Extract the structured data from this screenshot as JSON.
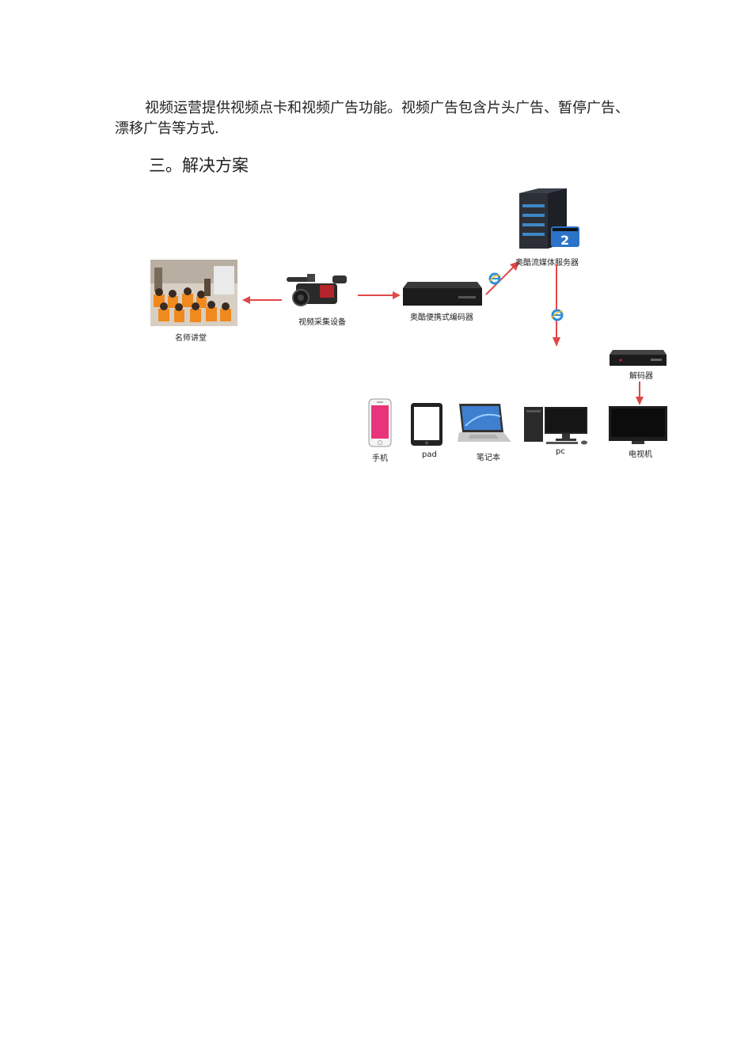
{
  "paragraph": "视频运营提供视频点卡和视频广告功能。视频广告包含片头广告、暂停广告、漂移广告等方式.",
  "heading": "三。解决方案",
  "diagram": {
    "classroom_label": "名师讲堂",
    "camera_label": "视频采集设备",
    "encoder_label": "奥酷便携式编码器",
    "server_label": "奥酷流媒体服务器",
    "decoder_label": "解码器",
    "phone_label": "手机",
    "pad_label": "pad",
    "laptop_label": "笔记本",
    "pc_label": "pc",
    "tv_label": "电视机",
    "arrow_color": "#e04848"
  }
}
